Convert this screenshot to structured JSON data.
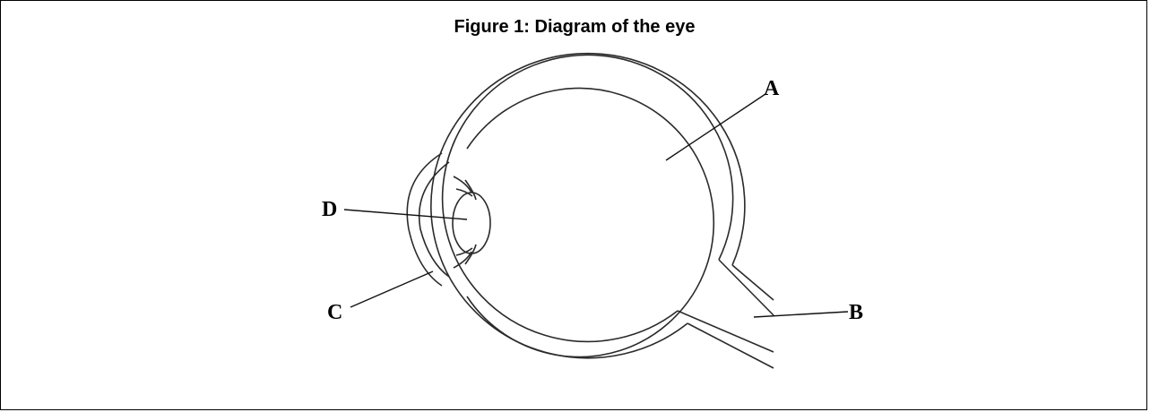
{
  "figure": {
    "title": "Figure 1: Diagram of the eye",
    "labels": {
      "a": "A",
      "b": "B",
      "c": "C",
      "d": "D"
    },
    "colors": {
      "line": "#2a2a2a",
      "text": "#000000",
      "background": "#ffffff"
    }
  }
}
